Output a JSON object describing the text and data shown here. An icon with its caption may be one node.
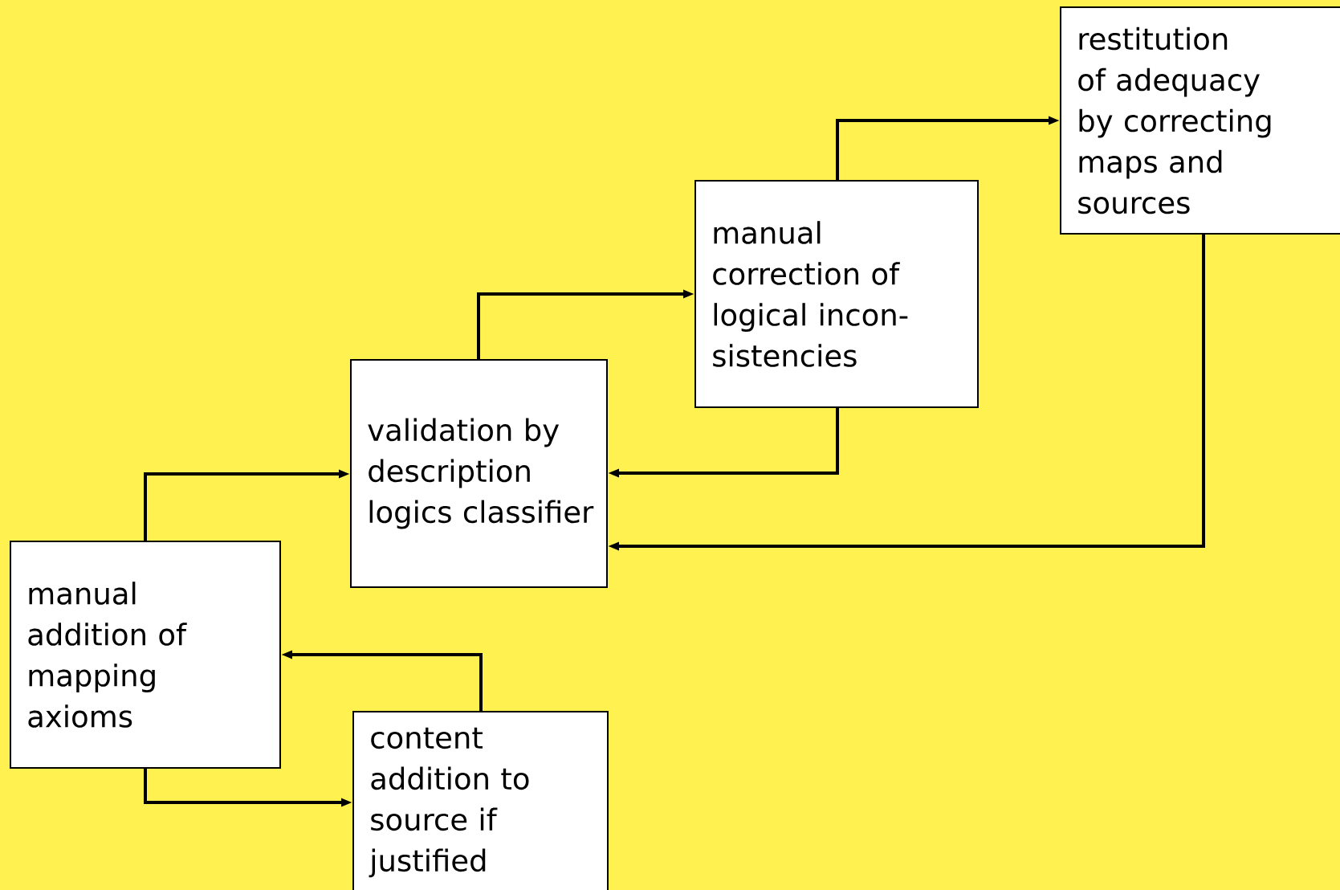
{
  "diagram": {
    "nodes": [
      {
        "text": [
          "manual addition of mapping axioms"
        ]
      },
      {
        "text": [
          "validation by description logics classifier"
        ]
      },
      {
        "text": [
          "manual correction of logical incon- sistencies"
        ]
      },
      {
        "text": [
          "restitution of adequacy by correcting maps and sources"
        ]
      },
      {
        "text": [
          "content addition to source if justified"
        ]
      }
    ],
    "edges": [
      {
        "from": 0,
        "to": 1,
        "arrow": "to"
      },
      {
        "from": 1,
        "to": 2,
        "arrow": "to"
      },
      {
        "from": 2,
        "to": 3,
        "arrow": "to"
      },
      {
        "from": 2,
        "to": 1,
        "arrow": "to"
      },
      {
        "from": 3,
        "to": 1,
        "arrow": "to"
      },
      {
        "from": 4,
        "to": 0,
        "arrow": "to"
      },
      {
        "from": 0,
        "to": 4,
        "arrow": "to"
      }
    ]
  }
}
